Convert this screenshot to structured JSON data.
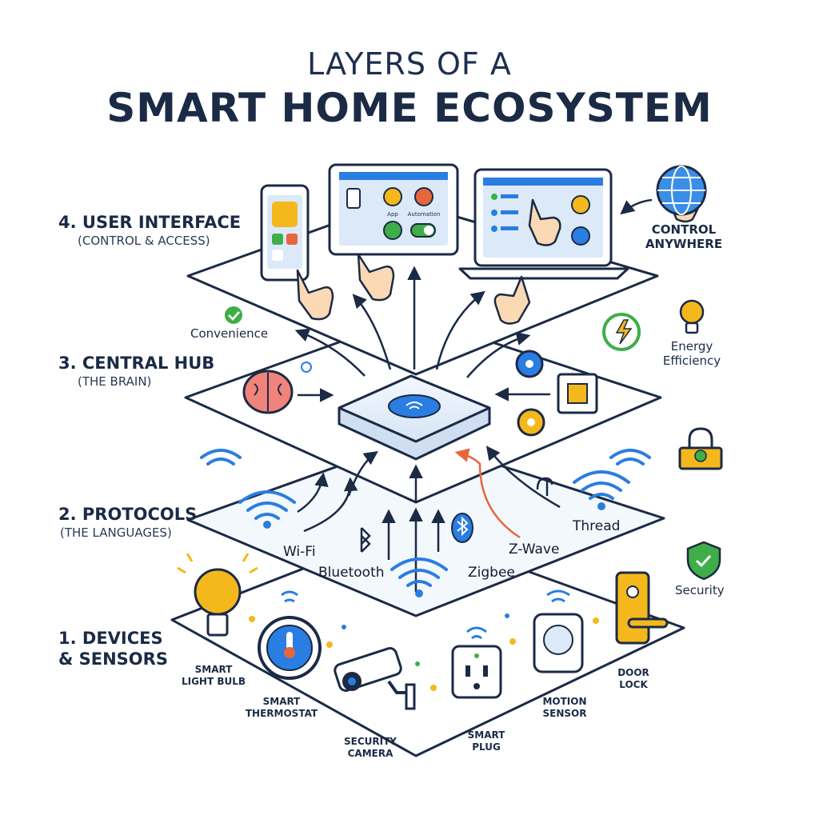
{
  "title": {
    "line1": "LAYERS OF A",
    "line2": "SMART HOME ECOSYSTEM"
  },
  "layers": [
    {
      "title": "4. USER INTERFACE",
      "subtitle": "(CONTROL & ACCESS)"
    },
    {
      "title": "3. CENTRAL HUB",
      "subtitle": "(THE BRAIN)"
    },
    {
      "title": "2. PROTOCOLS",
      "subtitle": "(THE LANGUAGES)"
    },
    {
      "title": "1. DEVICES",
      "subtitle": "& SENSORS"
    }
  ],
  "benefits": {
    "control_anywhere": [
      "CONTROL",
      "ANYWHERE"
    ],
    "convenience": "Convenience",
    "energy_efficiency": [
      "Energy",
      "Efficiency"
    ],
    "security": "Security"
  },
  "protocols": [
    "Wi-Fi",
    "Bluetooth",
    "Zigbee",
    "Z-Wave",
    "Thread"
  ],
  "devices": {
    "light_bulb": [
      "SMART",
      "LIGHT BULB"
    ],
    "thermostat": [
      "SMART",
      "THERMOSTAT"
    ],
    "camera": [
      "SECURITY",
      "CAMERA"
    ],
    "plug": [
      "SMART",
      "PLUG"
    ],
    "motion": [
      "MOTION",
      "SENSOR"
    ],
    "door": [
      "DOOR",
      "LOCK"
    ]
  },
  "tablet_app": {
    "app_label": "App",
    "automation_label": "Automation"
  },
  "colors": {
    "navy": "#1b2a45",
    "blue": "#2a7de1",
    "yellow": "#f4b81d",
    "green": "#3fae49",
    "orange": "#e8663d"
  }
}
